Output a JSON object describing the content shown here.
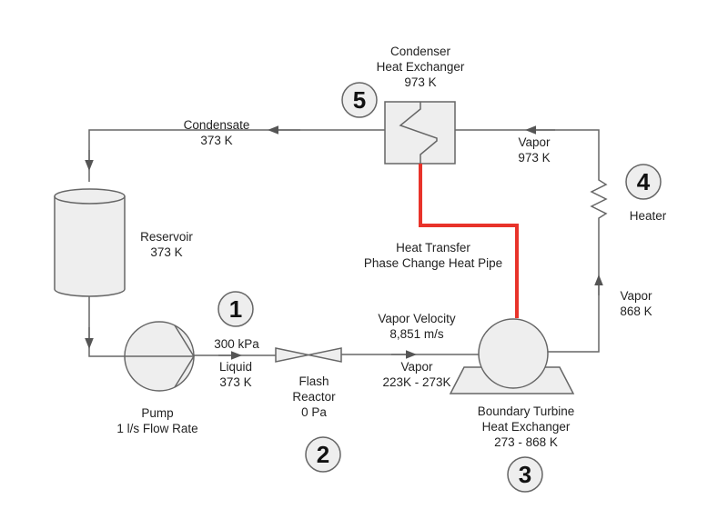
{
  "condenser": {
    "line1": "Condenser",
    "line2": "Heat Exchanger",
    "line3": "973 K"
  },
  "condensate": {
    "line1": "Condensate",
    "line2": "373 K"
  },
  "vapor_top": {
    "line1": "Vapor",
    "line2": "973 K"
  },
  "heater": {
    "label": "Heater"
  },
  "reservoir": {
    "line1": "Reservoir",
    "line2": "373 K"
  },
  "heat_transfer": {
    "line1": "Heat Transfer",
    "line2": "Phase Change Heat Pipe"
  },
  "vapor_right": {
    "line1": "Vapor",
    "line2": "868 K"
  },
  "pressure": {
    "label": "300 kPa"
  },
  "liquid": {
    "line1": "Liquid",
    "line2": "373 K"
  },
  "vapor_velocity": {
    "line1": "Vapor Velocity",
    "line2": "8,851 m/s"
  },
  "vapor_mid": {
    "line1": "Vapor",
    "line2": "223K - 273K"
  },
  "pump": {
    "line1": "Pump",
    "line2": "1 l/s Flow Rate"
  },
  "flash_reactor": {
    "line1": "Flash",
    "line2": "Reactor",
    "line3": "0 Pa"
  },
  "turbine": {
    "line1": "Boundary Turbine",
    "line2": "Heat Exchanger",
    "line3": "273 - 868 K"
  },
  "steps": [
    "1",
    "2",
    "3",
    "4",
    "5"
  ],
  "colors": {
    "line": "#666666",
    "fill": "#eeeeee",
    "heat_pipe": "#e8332a"
  }
}
